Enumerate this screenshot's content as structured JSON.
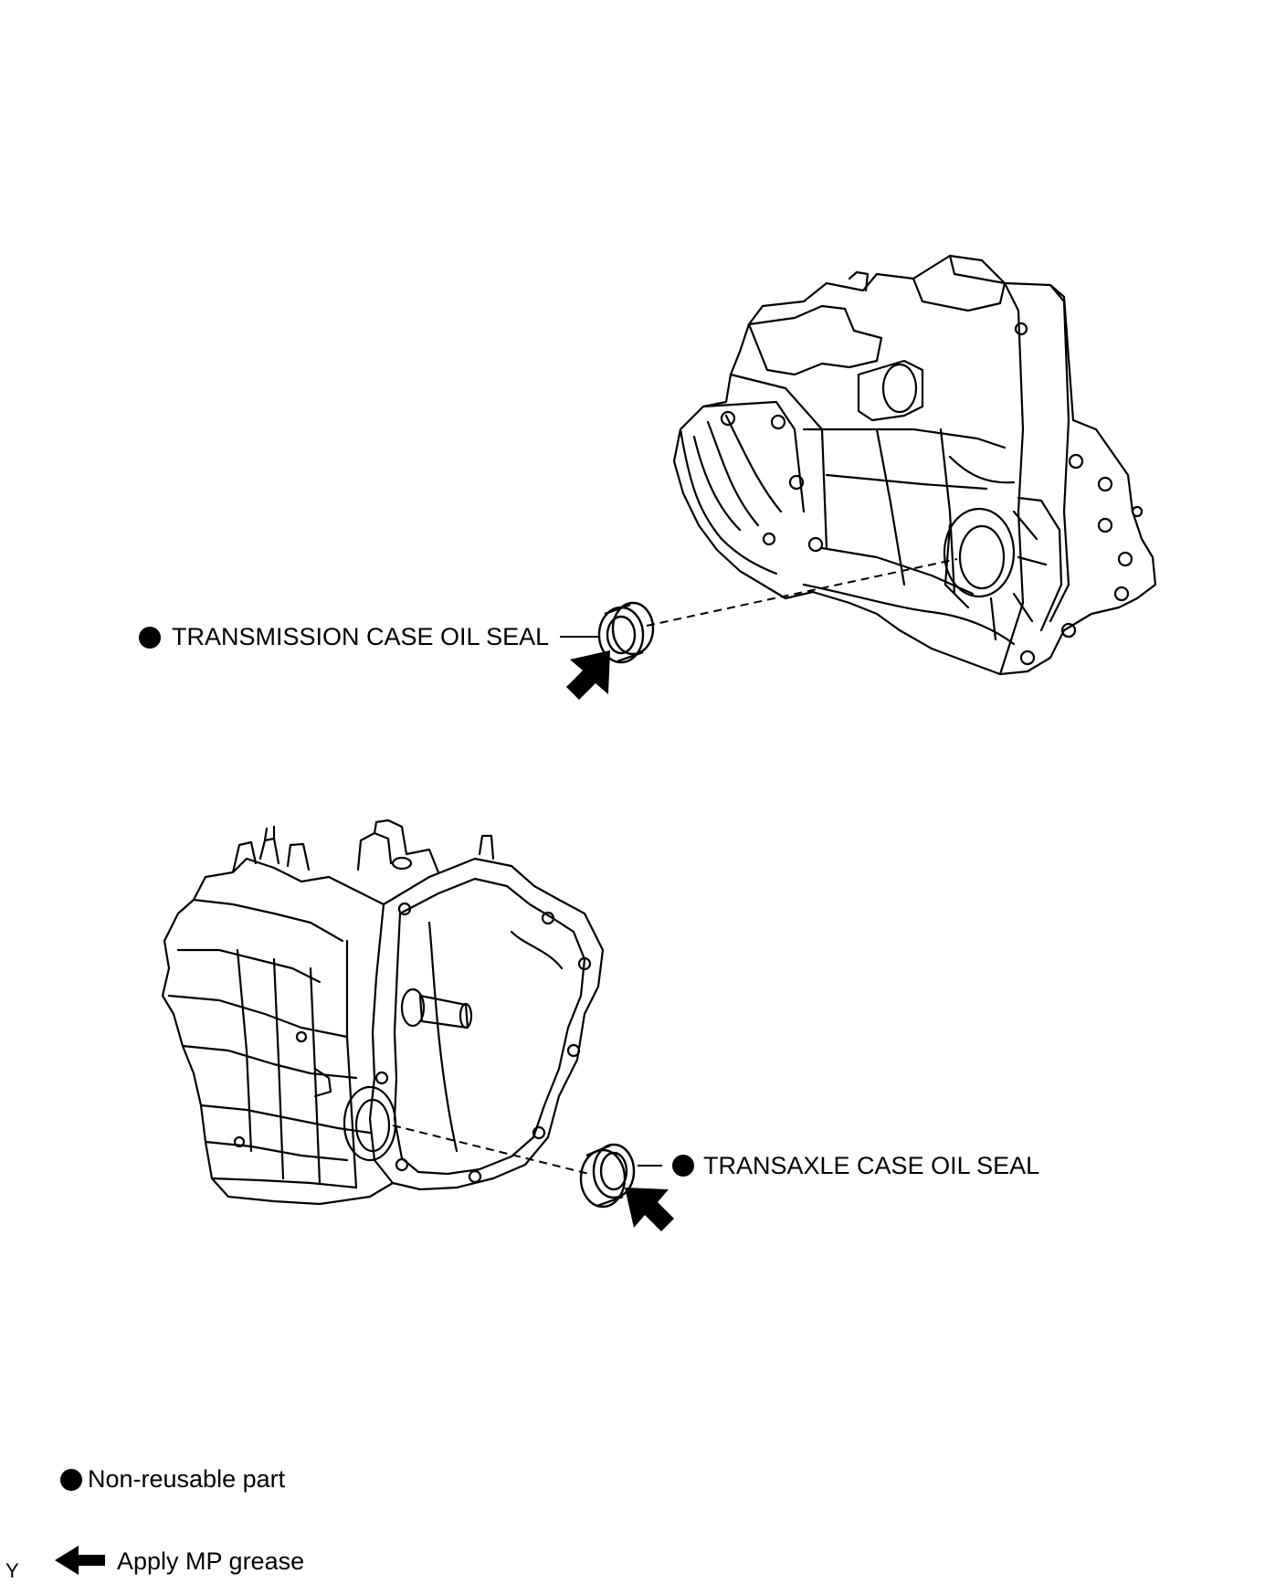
{
  "callouts": {
    "upper_part": "TRANSMISSION CASE OIL SEAL",
    "lower_part": "TRANSAXLE CASE OIL SEAL"
  },
  "legend": {
    "non_reusable": "Non-reusable part",
    "grease": "Apply MP grease"
  },
  "figure_code": "Y",
  "icons": {
    "non_reusable_marker": "filled-circle-icon",
    "grease_marker": "solid-arrow-icon"
  },
  "colors": {
    "ink": "#000000",
    "paper": "#ffffff"
  }
}
